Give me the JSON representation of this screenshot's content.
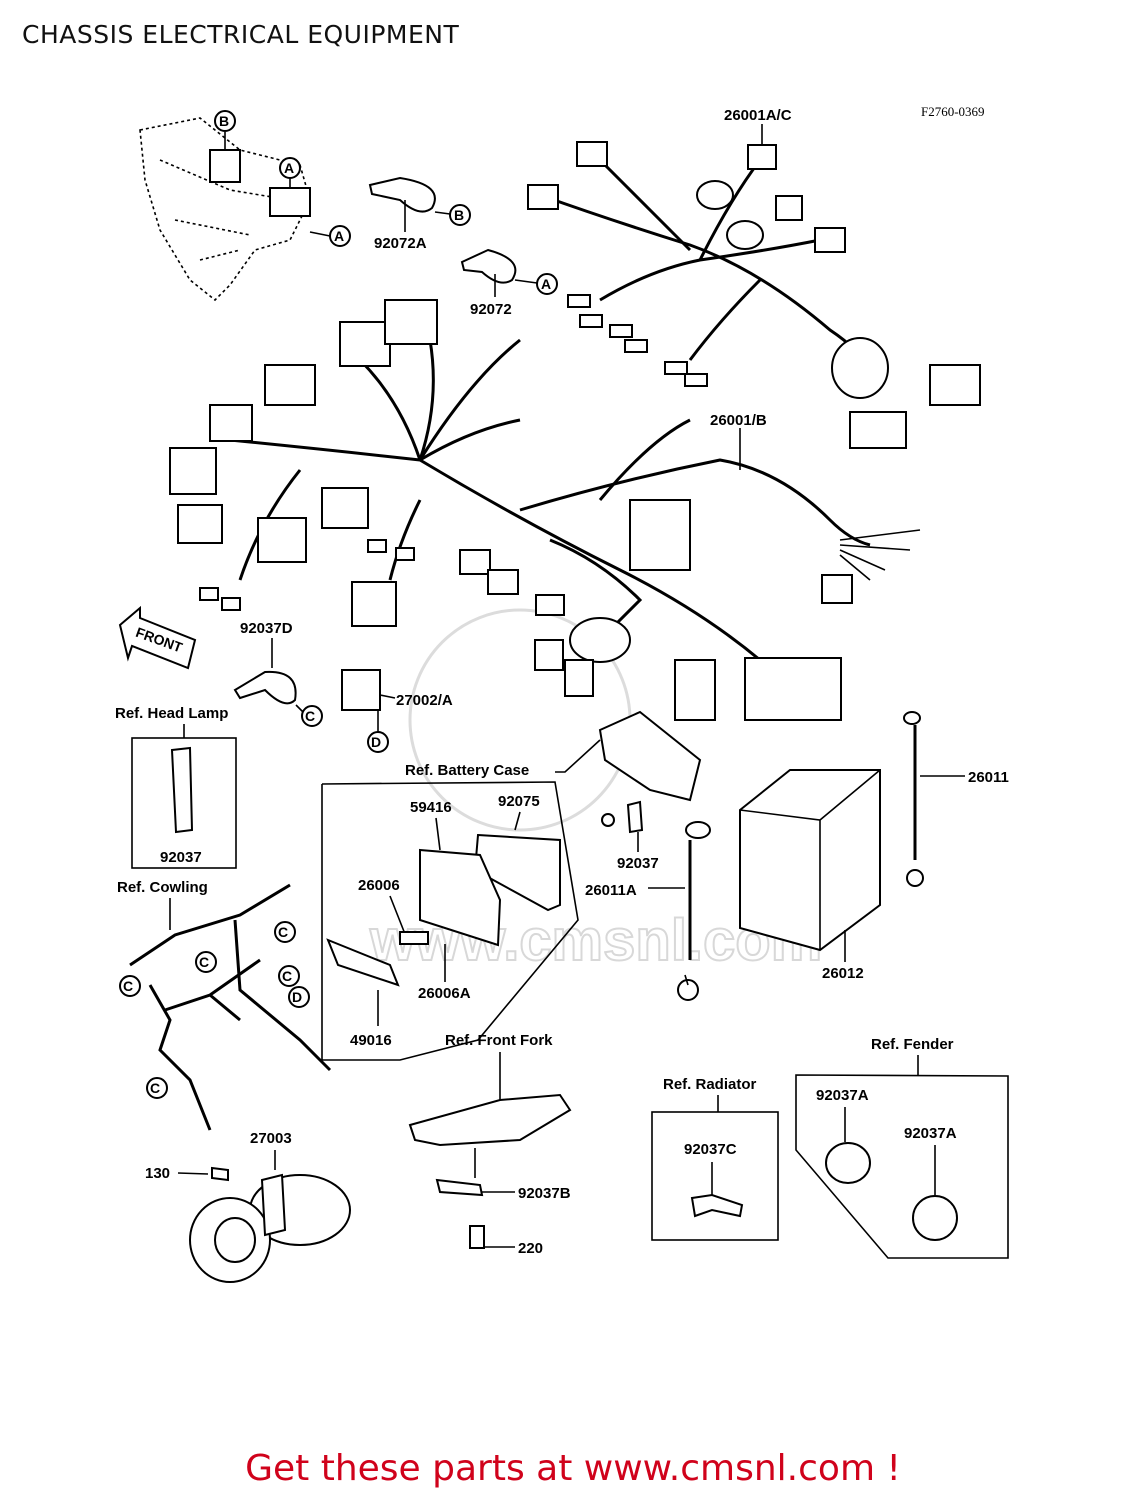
{
  "title": "CHASSIS ELECTRICAL EQUIPMENT",
  "figure_code": "F2760-0369",
  "watermark": "www.cmsnl.com",
  "part_labels": {
    "p26001AC": "26001A/C",
    "p92072A": "92072A",
    "p92072": "92072",
    "p26001B": "26001/B",
    "p92037D": "92037D",
    "p27002A": "27002/A",
    "p26011": "26011",
    "p59416": "59416",
    "p92075": "92075",
    "p26006": "26006",
    "p26006A": "26006A",
    "p49016": "49016",
    "p92037": "92037",
    "p92037b": "92037",
    "p26011A": "26011A",
    "p26012": "26012",
    "p27003": "27003",
    "p130": "130",
    "p92037B": "92037B",
    "p220": "220",
    "p92037C": "92037C",
    "p92037A1": "92037A",
    "p92037A2": "92037A"
  },
  "ref_labels": {
    "head_lamp": "Ref. Head Lamp",
    "battery_case": "Ref. Battery Case",
    "cowling": "Ref. Cowling",
    "front_fork": "Ref. Front Fork",
    "radiator": "Ref. Radiator",
    "fender": "Ref. Fender"
  },
  "markers": {
    "A": "A",
    "B": "B",
    "C": "C",
    "D": "D"
  },
  "front_arrow": "FRONT",
  "callout": "Get these parts at www.cmsnl.com !",
  "colors": {
    "callout": "#d0021b",
    "ink": "#000000",
    "watermark": "#d8d8d8"
  }
}
